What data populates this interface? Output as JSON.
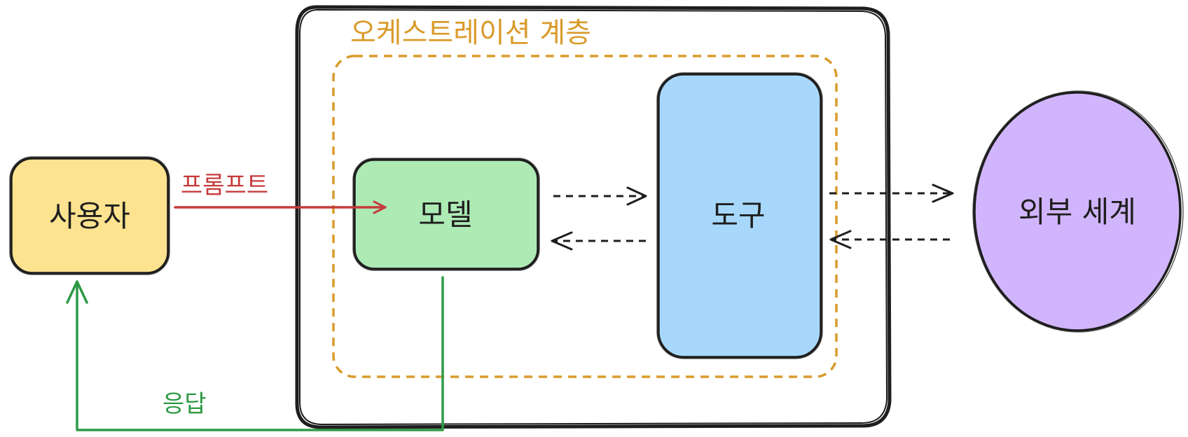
{
  "diagram": {
    "orchestration_layer": {
      "label": "오케스트레이션 계층",
      "color": "#d99b2b"
    },
    "nodes": {
      "user": {
        "label": "사용자",
        "fill": "#fde38f"
      },
      "model": {
        "label": "모델",
        "fill": "#adeab4"
      },
      "tool": {
        "label": "도구",
        "fill": "#a7d8fb"
      },
      "external_world": {
        "label": "외부 세계",
        "fill": "#d1b5fc"
      }
    },
    "edges": {
      "prompt": {
        "label": "프롬프트",
        "color": "#c63b3b"
      },
      "response": {
        "label": "응답",
        "color": "#2e9a45"
      }
    },
    "outline_color": "#1e1e1e"
  }
}
